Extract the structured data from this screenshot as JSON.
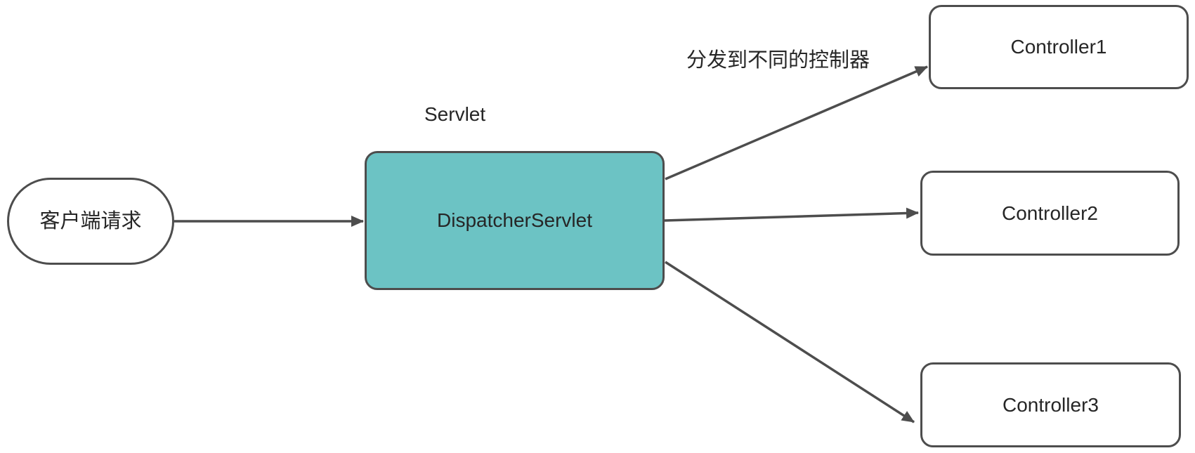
{
  "theme": {
    "background": "#ffffff",
    "node_fill": "#ffffff",
    "accent": "#6cc3c4",
    "stroke": "#4d4d4d",
    "text": "#262626"
  },
  "diagram": {
    "nodes": {
      "client": "客户端请求",
      "dispatcher": "DispatcherServlet",
      "controller1": "Controller1",
      "controller2": "Controller2",
      "controller3": "Controller3"
    },
    "labels": {
      "servlet": "Servlet",
      "dispatch_note": "分发到不同的控制器"
    }
  }
}
